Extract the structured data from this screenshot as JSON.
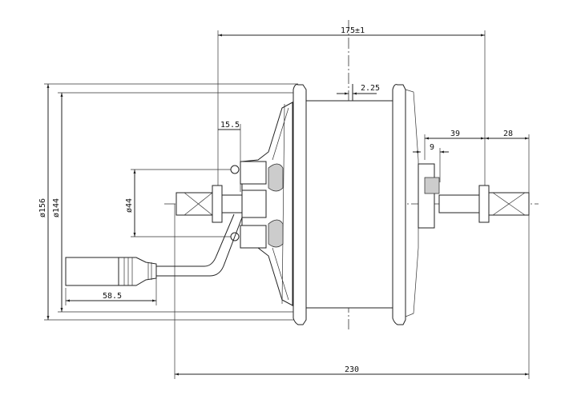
{
  "dimensions": {
    "overall_flange": "175±1",
    "offset": "2.25",
    "left_nut": "15.5",
    "right_spacing": "39",
    "right_bearing": "9",
    "right_axle": "28",
    "shell_outer_dia": "ø156",
    "shell_inner_dia": "ø144",
    "hub_dia": "ø44",
    "connector_length": "58.5",
    "overall_width": "230"
  }
}
